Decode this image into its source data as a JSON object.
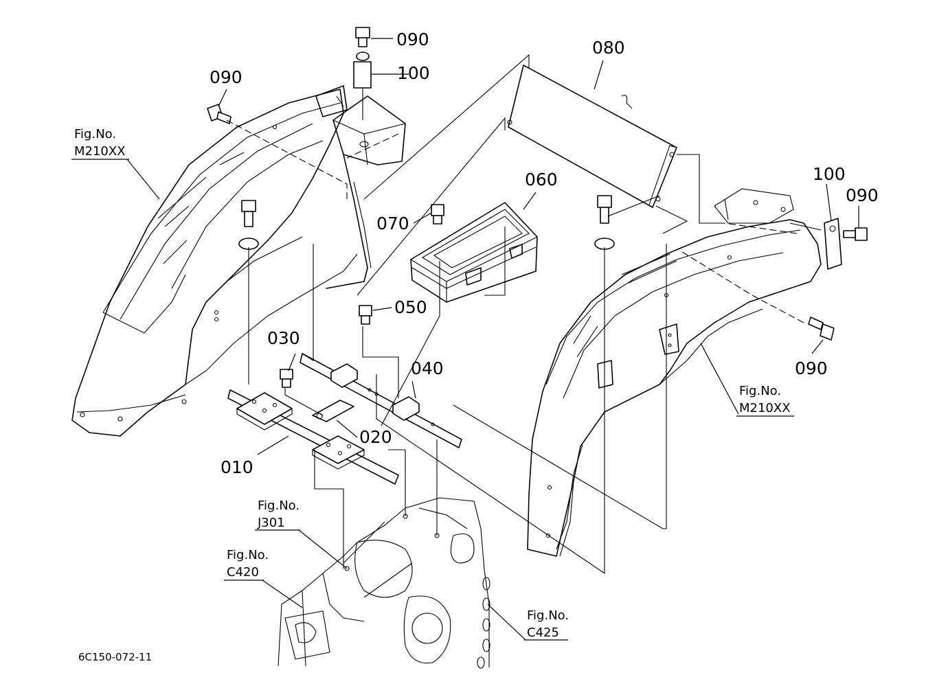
{
  "labels": {
    "p010": "010",
    "p020": "020",
    "p030": "030",
    "p040": "040",
    "p050": "050",
    "p060": "060",
    "p070": "070",
    "p080": "080",
    "p090_top": "090",
    "p090_left": "090",
    "p090_right_top": "090",
    "p090_right_bottom": "090",
    "p100_top": "100",
    "p100_right": "100"
  },
  "fig_refs": {
    "left_fender": {
      "line1": "Fig.No.",
      "line2": "M210XX"
    },
    "right_fender": {
      "line1": "Fig.No.",
      "line2": "M210XX"
    },
    "j301": {
      "line1": "Fig.No.",
      "line2": "J301"
    },
    "c420": {
      "line1": "Fig.No.",
      "line2": "C420"
    },
    "c425": {
      "line1": "Fig.No.",
      "line2": "C425"
    }
  },
  "drawing_code": "6C150-072-11"
}
